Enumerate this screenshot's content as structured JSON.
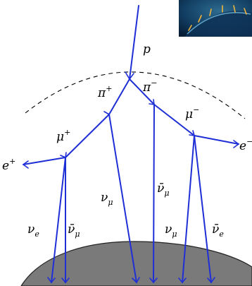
{
  "labels": {
    "p": {
      "base": "p",
      "sup": "",
      "sub": ""
    },
    "pi_plus": {
      "base": "π",
      "sup": "+",
      "sub": ""
    },
    "pi_minus": {
      "base": "π",
      "sup": "−",
      "sub": ""
    },
    "mu_plus": {
      "base": "μ",
      "sup": "+",
      "sub": ""
    },
    "mu_minus": {
      "base": "μ",
      "sup": "−",
      "sub": ""
    },
    "e_plus": {
      "base": "e",
      "sup": "+",
      "sub": ""
    },
    "e_minus": {
      "base": "e",
      "sup": "−",
      "sub": ""
    },
    "nu_mu_1": {
      "base": "ν",
      "sup": "",
      "sub": "μ"
    },
    "nu_mu_bar_1": {
      "base": "ν̄",
      "sup": "",
      "sub": "μ"
    },
    "nu_e": {
      "base": "ν",
      "sup": "",
      "sub": "e"
    },
    "nu_mu_bar_2": {
      "base": "ν̄",
      "sup": "",
      "sub": "μ"
    },
    "nu_mu_2": {
      "base": "ν",
      "sup": "",
      "sub": "μ"
    },
    "nu_e_bar": {
      "base": "ν̄",
      "sup": "",
      "sub": "e"
    }
  },
  "colors": {
    "track": "#1f2fd6",
    "earth": "#7a7a7a",
    "earth_edge": "#222222",
    "atmosphere_line": "#000000",
    "inset_bg": "#0b2a4a"
  },
  "icons": {
    "inset": "earth-cosmic-ray-thumbnail"
  }
}
